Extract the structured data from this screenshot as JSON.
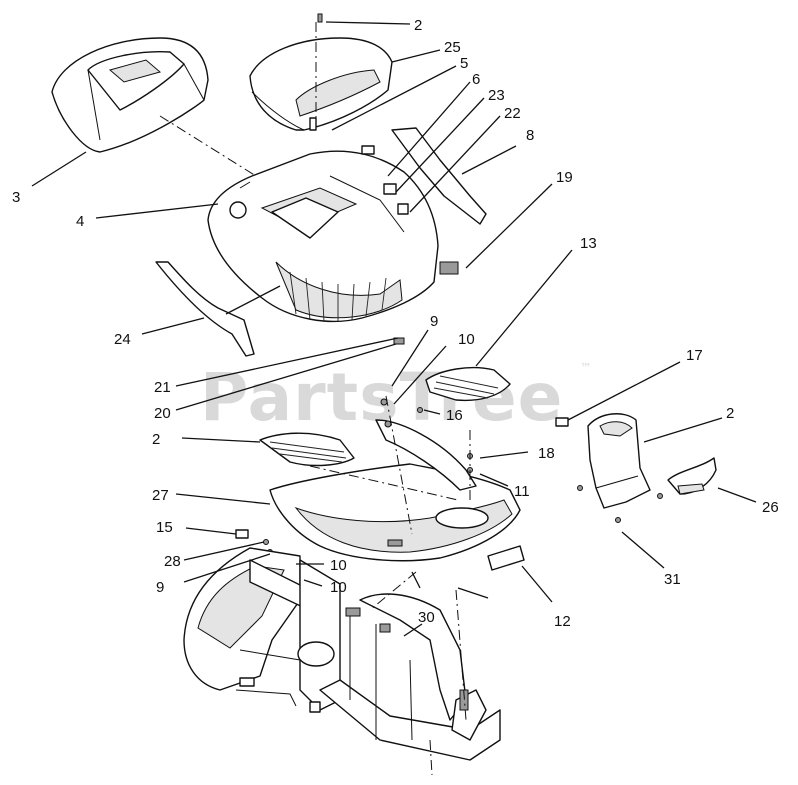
{
  "diagram": {
    "watermark": "PartsTree",
    "watermark_mark": "™",
    "callouts": [
      "2",
      "25",
      "5",
      "6",
      "23",
      "22",
      "8",
      "19",
      "3",
      "4",
      "24",
      "13",
      "9",
      "10",
      "21",
      "20",
      "17",
      "16",
      "2",
      "18",
      "27",
      "11",
      "26",
      "15",
      "28",
      "9",
      "10",
      "10",
      "30",
      "12",
      "31",
      "2"
    ]
  }
}
